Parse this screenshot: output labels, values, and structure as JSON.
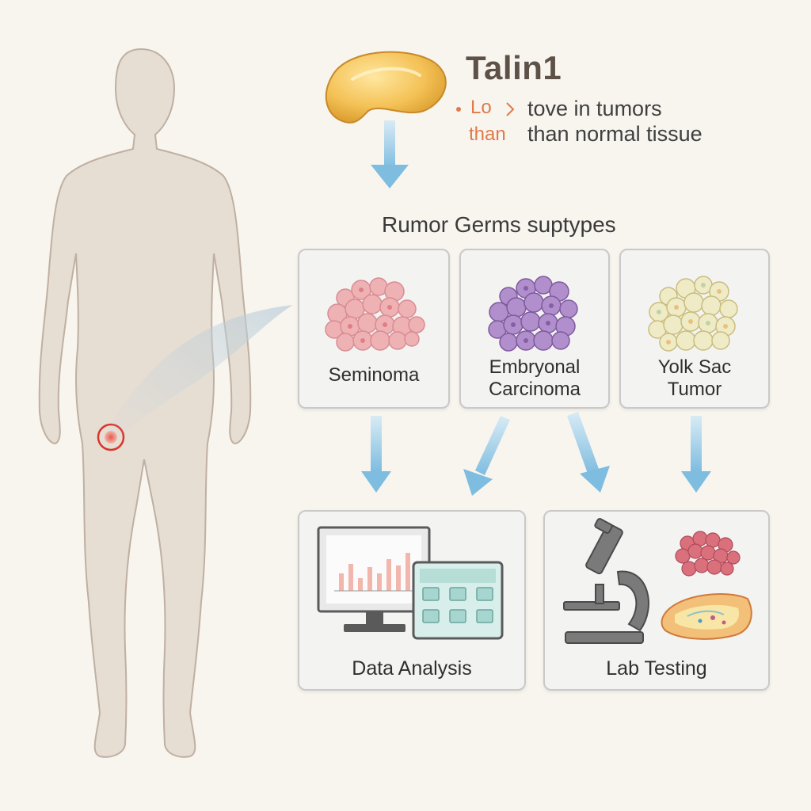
{
  "protein": {
    "name": "Talin1",
    "note_fragment_1": "Lo",
    "note_fragment_2": "than",
    "note_line_1": "tove in tumors",
    "note_line_2": "than normal tissue"
  },
  "subtypes": {
    "heading": "Rumor Germs suptypes",
    "items": [
      {
        "line1": "Seminoma",
        "line2": ""
      },
      {
        "line1": "Embryonal",
        "line2": "Carcinoma"
      },
      {
        "line1": "Yolk Sac",
        "line2": "Tumor"
      }
    ]
  },
  "methods": {
    "data_analysis_label": "Data Analysis",
    "lab_testing_label": "Lab Testing"
  },
  "colors": {
    "background": "#f8f5ef",
    "arrow": "#8cc3e3",
    "body": "#e6ddd3",
    "seminoma": "#e9a3a8",
    "embryonal": "#a27bbd",
    "yolk_sac": "#e8e1b4",
    "tumor_marker": "#d9352c"
  }
}
